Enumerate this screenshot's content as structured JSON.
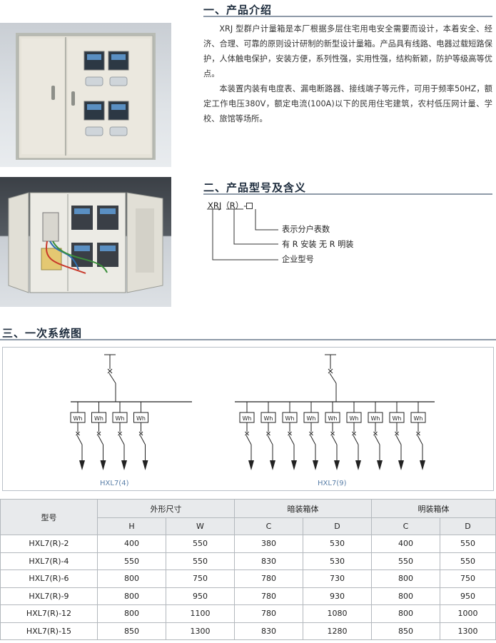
{
  "section1": {
    "title": "一、产品介绍",
    "paragraphs": [
      "XRJ 型群户计量箱是本厂根据多层住宅用电安全需要而设计，本着安全、经济、合理、可靠的原则设计研制的新型设计量箱。产品具有线路、电器过载短路保护，人体触电保护，安装方便，系列性强，实用性强，结构新颖，防护等级高等优点。",
      "本装置内装有电度表、漏电断路器、接线端子等元件，可用于频率50HZ，额定工作电压380V，额定电流(100A)以下的民用住宅建筑，农村低压网计量、学校、旅馆等场所。"
    ]
  },
  "section2": {
    "title": "二、产品型号及含义",
    "model_prefix": "XRJ（R）-",
    "labels": [
      "表示分户表数",
      "有 R 安装  无 R 明装",
      "企业型号"
    ]
  },
  "section3": {
    "title": "三、一次系统图",
    "meter_label": "Wh",
    "diagram_left": {
      "caption": "HXL7(4)",
      "meters": 4
    },
    "diagram_right": {
      "caption": "HXL7(9)",
      "meters": 9
    }
  },
  "table": {
    "model_header": "型号",
    "group_headers": [
      "外形尺寸",
      "暗装箱体",
      "明装箱体"
    ],
    "sub_headers": [
      "H",
      "W",
      "C",
      "D",
      "C",
      "D"
    ],
    "rows": [
      [
        "HXL7(R)-2",
        "400",
        "550",
        "380",
        "530",
        "400",
        "550"
      ],
      [
        "HXL7(R)-4",
        "550",
        "550",
        "830",
        "530",
        "550",
        "550"
      ],
      [
        "HXL7(R)-6",
        "800",
        "750",
        "780",
        "730",
        "800",
        "750"
      ],
      [
        "HXL7(R)-9",
        "800",
        "950",
        "780",
        "930",
        "800",
        "950"
      ],
      [
        "HXL7(R)-12",
        "800",
        "1100",
        "780",
        "1080",
        "800",
        "1000"
      ],
      [
        "HXL7(R)-15",
        "850",
        "1300",
        "830",
        "1280",
        "850",
        "1300"
      ]
    ]
  },
  "colors": {
    "title": "#1b2a3b",
    "caption": "#5a7fa8",
    "cabinet_body": "#e6e3d9",
    "table_header_bg": "#e8eaec"
  }
}
